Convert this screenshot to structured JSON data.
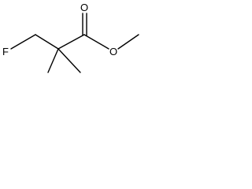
{
  "molecule": {
    "atoms": {
      "fluorine": "F",
      "carbonyl_oxygen": "O",
      "ester_oxygen": "O"
    }
  },
  "colors": {
    "bond": "#000000",
    "label": "#000000",
    "background": "#ffffff"
  }
}
